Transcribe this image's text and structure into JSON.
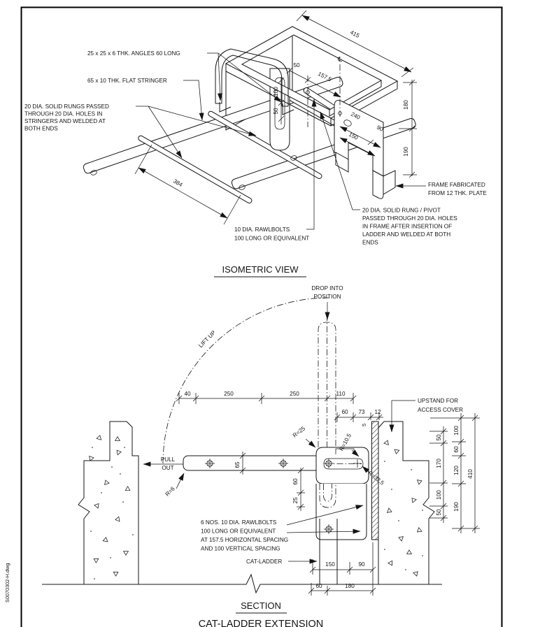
{
  "sheet": {
    "file_label": "S0070302-H.dwg"
  },
  "iso": {
    "title": "ISOMETRIC VIEW",
    "note_angles": "25 x 25 x 6 THK. ANGLES 60 LONG",
    "note_stringer": "65 x 10 THK. FLAT STRINGER",
    "note_rungs": [
      "20 DIA. SOLID RUNGS PASSED",
      "THROUGH 20 DIA. HOLES IN",
      "STRINGERS AND WELDED AT",
      "BOTH ENDS"
    ],
    "note_rawlbolts": [
      "10 DIA. RAWLBOLTS",
      "100 LONG OR EQUIVALENT"
    ],
    "note_pivot": [
      "20 DIA. SOLID RUNG / PIVOT",
      "PASSED THROUGH 20 DIA. HOLES",
      "IN FRAME AFTER INSERTION OF",
      "LADDER AND WELDED AT BOTH",
      "ENDS"
    ],
    "note_frame": [
      "FRAME FABRICATED",
      "FROM 12 THK. PLATE"
    ],
    "centerline_symbol": "℄",
    "dims": {
      "d415": "415",
      "d180": "180",
      "d190": "190",
      "d50": "50",
      "d157_5": "157.5",
      "d100": "100",
      "d50b": "50",
      "d240": "240",
      "d90": "90",
      "d150": "150",
      "d384": "384"
    }
  },
  "section": {
    "title": "SECTION",
    "subtitle": "CAT-LADDER EXTENSION",
    "label_drop": [
      "DROP INTO",
      "POSITION"
    ],
    "label_lift": "LIFT UP",
    "label_pull": [
      "PULL",
      "OUT"
    ],
    "label_upstand": [
      "UPSTAND FOR",
      "ACCESS COVER"
    ],
    "note_rawlbolts": [
      "6 NOS. 10 DIA. RAWLBOLTS",
      "100 LONG OR EQUIVALENT",
      "AT 157.5 HORIZONTAL SPACING",
      "AND 100 VERTICAL SPACING"
    ],
    "label_catladder": "CAT-LADDER",
    "radii": {
      "r25": "R=25",
      "r10_5": "R=10.5",
      "r32_5": "R=32.5",
      "r6": "R=6"
    },
    "dims_top": [
      "40",
      "250",
      "250",
      "110"
    ],
    "dims_top2": [
      "60",
      "73",
      "12"
    ],
    "d5": "5",
    "dim_65": "65",
    "dim_60": "60",
    "dim_25": "25",
    "dims_bottom1": [
      "150",
      "90"
    ],
    "dims_bottom2": [
      "60",
      "180"
    ],
    "dims_right_inner": [
      "50",
      "170",
      "100",
      "50"
    ],
    "dims_right_mid": [
      "100",
      "60",
      "120",
      "190"
    ],
    "dim_right_outer": "410"
  }
}
